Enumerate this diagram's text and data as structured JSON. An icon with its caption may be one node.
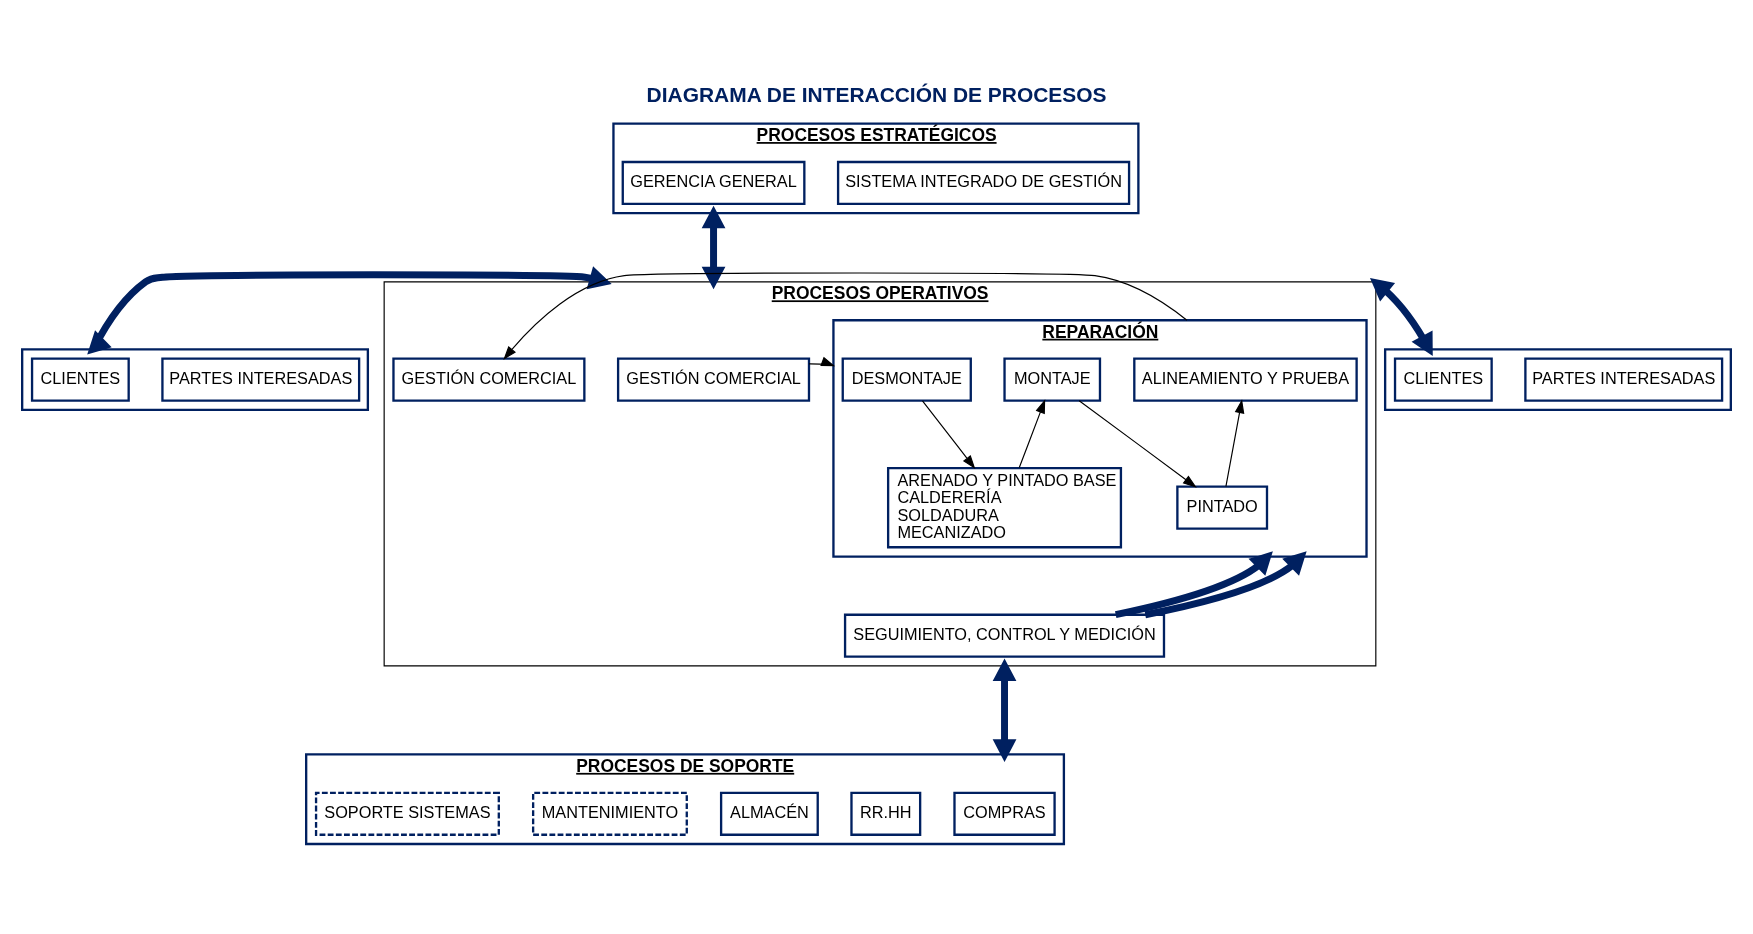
{
  "diagram": {
    "title": "DIAGRAMA DE INTERACCIÓN DE PROCESOS",
    "nodes": [
      {
        "text": [
          "PROCESOS ESTRATÉGICOS"
        ]
      },
      {
        "text": [
          "GERENCIA GENERAL"
        ],
        "in": 0
      },
      {
        "text": [
          "SISTEMA INTEGRADO DE GESTIÓN"
        ],
        "in": 0
      },
      {
        "text": [],
        "shape": "box"
      },
      {
        "text": [
          "CLIENTES"
        ],
        "in": 3
      },
      {
        "text": [
          "PARTES INTERESADAS"
        ],
        "in": 3
      },
      {
        "text": [
          "PROCESOS OPERATIVOS"
        ]
      },
      {
        "text": [
          "GESTIÓN COMERCIAL"
        ],
        "in": 6
      },
      {
        "text": [
          "REPARACIÓN"
        ],
        "in": 6
      },
      {
        "text": [
          "DESMONTAJE"
        ],
        "in": 8
      },
      {
        "text": [
          "ARENADO Y PINTADO BASE",
          "CALDERERÍA",
          "SOLDADURA",
          "MECANIZADO"
        ],
        "in": 8
      },
      {
        "text": [
          "MONTAJE"
        ],
        "in": 8
      },
      {
        "text": [
          "PINTADO"
        ],
        "in": 8
      },
      {
        "text": [
          "ALINEAMIENTO Y PRUEBA"
        ],
        "in": 8
      },
      {
        "text": [
          "GESTIÓN COMERCIAL"
        ],
        "in": 6
      },
      {
        "text": [
          "SEGUIMIENTO, CONTROL Y MEDICIÓN"
        ],
        "in": 6
      },
      {
        "text": [],
        "shape": "box"
      },
      {
        "text": [
          "CLIENTES"
        ],
        "in": 16
      },
      {
        "text": [
          "PARTES INTERESADAS"
        ],
        "in": 16
      },
      {
        "text": [
          "PROCESOS DE SOPORTE"
        ]
      },
      {
        "text": [
          "COMPRAS"
        ],
        "in": 19
      },
      {
        "text": [
          "RR.HH"
        ],
        "in": 19
      },
      {
        "text": [
          "ALMACÉN"
        ],
        "in": 19
      },
      {
        "text": [
          "MANTENIMIENTO"
        ],
        "in": 19
      },
      {
        "text": [
          "SOPORTE SISTEMAS"
        ],
        "in": 19
      }
    ],
    "edges": [
      {
        "from": 0,
        "to": 6,
        "arrow": "both",
        "style": "thick",
        "color": "#002060"
      },
      {
        "from": 3,
        "to": 6,
        "arrow": "both",
        "style": "thick",
        "color": "#002060"
      },
      {
        "from": 7,
        "to": 8,
        "arrow": "to",
        "color": "#000000"
      },
      {
        "from": 9,
        "to": 10,
        "arrow": "to",
        "color": "#000000"
      },
      {
        "from": 10,
        "to": 11,
        "arrow": "to",
        "color": "#000000"
      },
      {
        "from": 11,
        "to": 12,
        "arrow": "to",
        "color": "#000000"
      },
      {
        "from": 12,
        "to": 13,
        "arrow": "to",
        "color": "#000000"
      },
      {
        "from": 8,
        "to": 14,
        "arrow": "to",
        "color": "#000000"
      },
      {
        "from": 6,
        "to": 16,
        "arrow": "both",
        "style": "thick",
        "color": "#002060"
      },
      {
        "from": 15,
        "to": 8,
        "arrow": "to",
        "style": "thick",
        "color": "#002060"
      },
      {
        "from": 15,
        "to": 8,
        "arrow": "to",
        "style": "thick",
        "color": "#002060"
      },
      {
        "from": 6,
        "to": 19,
        "arrow": "both",
        "style": "thick",
        "color": "#002060"
      }
    ]
  }
}
